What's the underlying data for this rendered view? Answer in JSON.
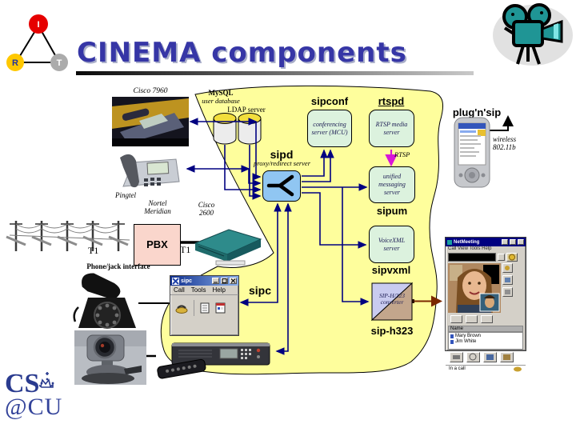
{
  "header": {
    "title": "CINEMA components",
    "logo": {
      "node_i": "I",
      "node_r": "R",
      "node_t": "T"
    }
  },
  "diagram": {
    "cisco7960_label": "Cisco 7960",
    "mysql_label": "MySQL",
    "user_db_label": "user database",
    "ldap_label": "LDAP server",
    "sipconf_name": "sipconf",
    "sipconf_desc": "conferencing server (MCU)",
    "rtspd_name": "rtspd",
    "rtspd_desc": "RTSP media server",
    "rtsp_arrow_label": "RTSP",
    "sipd_name": "sipd",
    "sipd_desc": "proxy/redirect server",
    "sipum_name": "sipum",
    "sipum_desc": "unified messaging server",
    "sipvxml_name": "sipvxml",
    "sipvxml_desc": "VoiceXML server",
    "siph323_name": "sip-h323",
    "siph323_desc_line1": "SIP-H/323",
    "siph323_desc_line2": "converter",
    "plugnsip_name": "plug'n'sip",
    "wireless_line1": "wireless",
    "wireless_line2": "802.11b",
    "pingtel_label": "Pingtel",
    "nortel_line1": "Nortel",
    "nortel_line2": "Meridian",
    "cisco2600_line1": "Cisco",
    "cisco2600_line2": "2600",
    "pbx_label": "PBX",
    "t1_poles_label": "T1",
    "t1_pbx_label": "T1",
    "phonejack_label": "Phone/jack interface",
    "sipc_name": "sipc"
  },
  "sipc_window": {
    "title": "sipc",
    "menu_call": "Call",
    "menu_tools": "Tools",
    "menu_help": "Help"
  },
  "netmeeting_window": {
    "title": "NetMeeting",
    "menu": "Call View Tools Help",
    "list_header": "Name",
    "name_1": "Mary Brown",
    "name_2": "Jim White",
    "status": "In a call"
  },
  "footer": {
    "cs_line1": "CS",
    "cs_line2": "@CU"
  },
  "colors": {
    "blob": "#FEFE9C",
    "server_box": "#DCF2DE",
    "proxy_box": "#90C6F2",
    "pbx_box": "#FAD6CC",
    "link": "#000080",
    "rtsp_arrow": "#D816D8",
    "title": "#3636A6"
  }
}
